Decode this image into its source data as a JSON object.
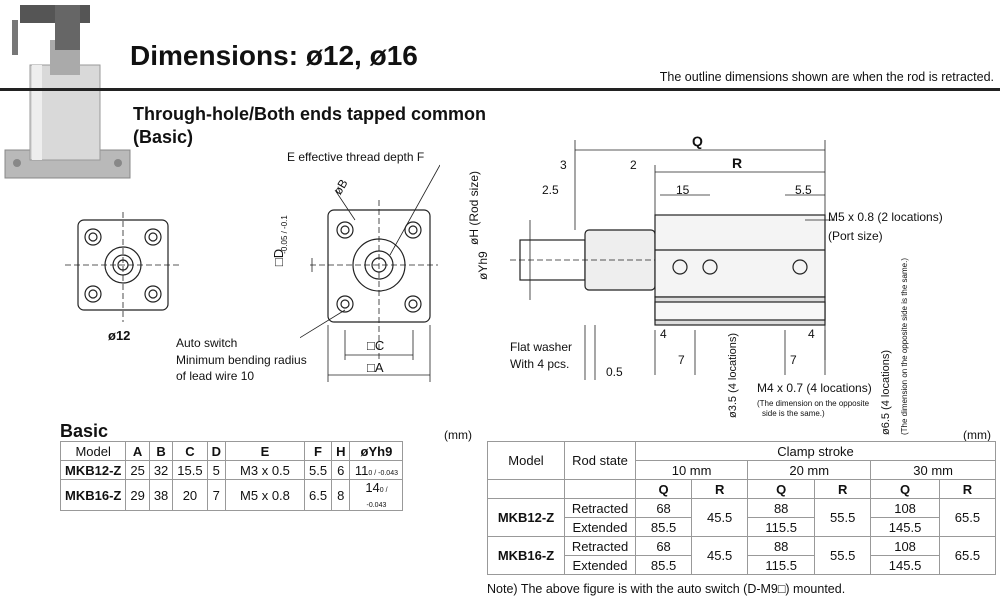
{
  "header": {
    "title_prefix": "Dimensions: ",
    "title_sizes": "ø12, ø16",
    "note": "The outline dimensions shown are when the rod is retracted."
  },
  "subtitle": {
    "line1": "Through-hole/Both ends tapped common",
    "line2": "(Basic)"
  },
  "drawing_labels": {
    "e_thread": "E effective thread depth F",
    "phi_b": "øB",
    "d_dim": "□D",
    "d_tol": "-0.05 / -0.1",
    "c_dim": "□C",
    "a_dim": "□A",
    "phi12": "ø12",
    "auto_switch": "Auto switch",
    "bend_radius_1": "Minimum bending radius",
    "bend_radius_2": "of lead wire 10",
    "q": "Q",
    "r": "R",
    "dim_3": "3",
    "dim_2": "2",
    "dim_2_5": "2.5",
    "dim_15": "15",
    "dim_5_5": "5.5",
    "phi_h": "øH (Rod size)",
    "phi_yh9": "øYh9",
    "m5": "M5 x 0.8 (2 locations)",
    "port_size": "(Port size)",
    "dim_4a": "4",
    "dim_4b": "4",
    "dim_7a": "7",
    "dim_7b": "7",
    "dim_0_5": "0.5",
    "flat_washer": "Flat washer",
    "with4": "With 4 pcs.",
    "m4": "M4 x 0.7 (4 locations)",
    "m4_note_1": "(The dimension on the opposite",
    "m4_note_2": "side is the same.)",
    "phi3_5": "ø3.5 (4 locations)",
    "phi6_5": "ø6.5 (4 locations)",
    "phi6_5_note": "(The dimension on the opposite side is the same.)"
  },
  "basic_table": {
    "caption": "Basic",
    "unit": "(mm)",
    "headers": [
      "Model",
      "A",
      "B",
      "C",
      "D",
      "E",
      "F",
      "H",
      "øYh9"
    ],
    "rows": [
      [
        "MKB12-Z",
        "25",
        "32",
        "15.5",
        "5",
        "M3 x 0.5",
        "5.5",
        "6",
        "11",
        "0 / -0.043"
      ],
      [
        "MKB16-Z",
        "29",
        "38",
        "20",
        "7",
        "M5 x 0.8",
        "6.5",
        "8",
        "14",
        "0 / -0.043"
      ]
    ]
  },
  "stroke_table": {
    "unit": "(mm)",
    "h_model": "Model",
    "h_rod_state": "Rod state",
    "h_clamp": "Clamp stroke",
    "strokes": [
      "10 mm",
      "20 mm",
      "30 mm"
    ],
    "q": "Q",
    "r": "R",
    "models": [
      {
        "name": "MKB12-Z",
        "retracted": "Retracted",
        "extended": "Extended",
        "q_ret": [
          "68",
          "88",
          "108"
        ],
        "q_ext": [
          "85.5",
          "115.5",
          "145.5"
        ],
        "r": [
          "45.5",
          "55.5",
          "65.5"
        ]
      },
      {
        "name": "MKB16-Z",
        "retracted": "Retracted",
        "extended": "Extended",
        "q_ret": [
          "68",
          "88",
          "108"
        ],
        "q_ext": [
          "85.5",
          "115.5",
          "145.5"
        ],
        "r": [
          "45.5",
          "55.5",
          "65.5"
        ]
      }
    ],
    "note": "Note) The above figure is with the auto switch (D-M9□) mounted."
  }
}
